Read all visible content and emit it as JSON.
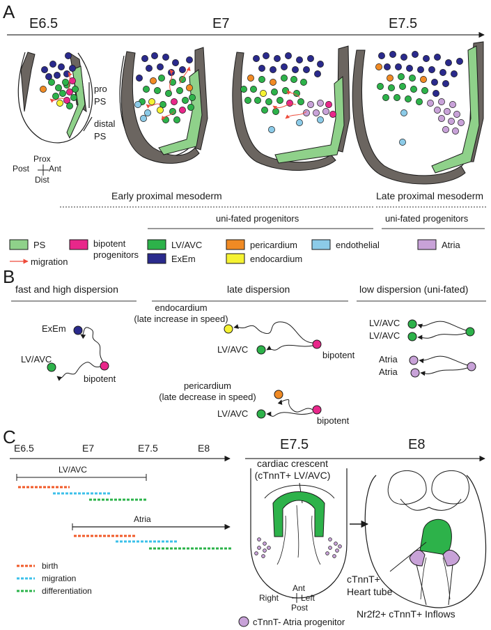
{
  "panelA": {
    "letter": "A",
    "stages": [
      "E6.5",
      "E7",
      "E7.5"
    ],
    "ps_pro_a": "pro",
    "ps_pro_b": "PS",
    "ps_distal_a": "distal",
    "ps_distal_b": "PS",
    "axis_prox": "Prox",
    "axis_post": "Post",
    "axis_ant": "Ant",
    "axis_dist": "Dist",
    "early_label": "Early proximal mesoderm",
    "late_label": "Late proximal mesoderm",
    "unifated_1": "uni-fated progenitors",
    "unifated_2": "uni-fated progenitors",
    "legend": {
      "ps": "PS",
      "migration": "migration",
      "bipotent_a": "bipotent",
      "bipotent_b": "progenitors",
      "lvavc": "LV/AVC",
      "exem": "ExEm",
      "pericardium": "pericardium",
      "endocardium": "endocardium",
      "endothelial": "endothelial",
      "atria": "Atria"
    }
  },
  "panelB": {
    "letter": "B",
    "heading_1": "fast and high dispersion",
    "heading_2": "late dispersion",
    "heading_3": "low dispersion (uni-fated)",
    "exem": "ExEm",
    "lvavc_1": "LV/AVC",
    "bipotent_1": "bipotent",
    "endo_a": "endocardium",
    "endo_b": "(late increase in speed)",
    "lvavc_2": "LV/AVC",
    "bipotent_2": "bipotent",
    "peri_a": "pericardium",
    "peri_b": "(late decrease in speed)",
    "lvavc_3": "LV/AVC",
    "bipotent_3": "bipotent",
    "uni_lv_1": "LV/AVC",
    "uni_lv_2": "LV/AVC",
    "uni_at_1": "Atria",
    "uni_at_2": "Atria"
  },
  "panelC": {
    "letter": "C",
    "timeline": [
      "E6.5",
      "E7",
      "E7.5",
      "E8"
    ],
    "bar_lvavc": "LV/AVC",
    "bar_atria": "Atria",
    "legend_birth": "birth",
    "legend_migration": "migration",
    "legend_diff": "differentiation",
    "stage_e75": "E7.5",
    "stage_e8": "E8",
    "crescent_a": "cardiac crescent",
    "crescent_b": "(cTnnT+ LV/AVC)",
    "axis_ant": "Ant",
    "axis_right": "Right",
    "axis_left": "Left",
    "axis_post": "Post",
    "atria_prog": "cTnnT- Atria progenitor",
    "heart_a": "cTnnT+",
    "heart_b": "Heart tube",
    "inflows": "Nr2f2+ cTnnT+ Inflows"
  },
  "colors": {
    "ps": "#8fd18a",
    "lvavc": "#2db24a",
    "exem": "#2a2a8c",
    "bipotent": "#e8278a",
    "pericardium": "#f08a24",
    "endocardium": "#f5f232",
    "endothelial": "#8ccbe8",
    "atria": "#c8a2d8",
    "migration": "#ee4a3a",
    "birth": "#f05a28",
    "migration_dash": "#3cc0ea",
    "differentiation": "#2bb34a",
    "embryo_wall": "#6b6560"
  }
}
